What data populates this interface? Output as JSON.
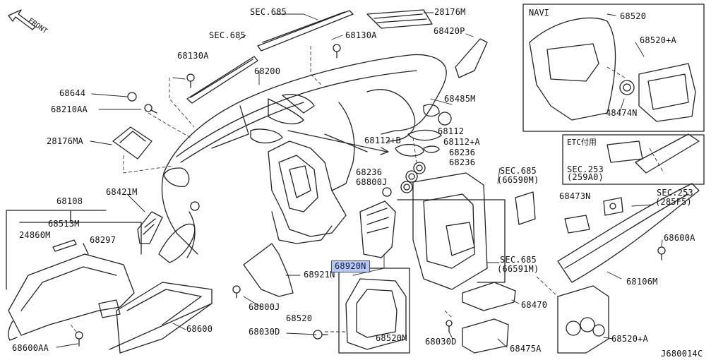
{
  "diagram_code": "J680014C",
  "direction_label": "FRONT",
  "navi_box": {
    "title": "NAVI",
    "labels": [
      "68520",
      "68520+A",
      "48474N"
    ]
  },
  "etc_box": {
    "title": "ETC付用",
    "labels": [
      "SEC.253",
      "(259A0)"
    ]
  },
  "highlighted_part": "68920N",
  "part_labels": {
    "sec685_a": "SEC.685",
    "sec685_b": "SEC.685",
    "p28176M": "28176M",
    "p68130A_r": "68130A",
    "p68420P": "68420P",
    "p68130A_l": "68130A",
    "p68200": "68200",
    "p68644": "68644",
    "p68210AA": "68210AA",
    "p68485M": "68485M",
    "p28176MA": "28176MA",
    "p68112B": "68112+B",
    "p68112": "68112",
    "p68112A": "68112+A",
    "p68236_a": "68236",
    "p68236_b": "68236",
    "p68236_c": "68236",
    "p68800J_a": "68800J",
    "sec685_c": "SEC.685",
    "p66590M": "(66590M)",
    "p68421M": "68421M",
    "p68108": "68108",
    "p68513M": "68513M",
    "p24860M": "24860M",
    "p68297": "68297",
    "p68921N": "68921N",
    "p68800J_b": "68800J",
    "sec685_d": "SEC.685",
    "p66591M": "(66591M)",
    "p68473N": "68473N",
    "sec253": "SEC.253",
    "p285F5": "(285F5)",
    "p68600A": "68600A",
    "p68106M": "68106M",
    "p68470": "68470",
    "p68520": "68520",
    "p68600": "68600",
    "p68030D_l": "68030D",
    "p68030D_r": "68030D",
    "p68520M": "68520M",
    "p68475A": "68475A",
    "p68600AA": "68600AA",
    "p68520A_bottom": "68520+A"
  }
}
